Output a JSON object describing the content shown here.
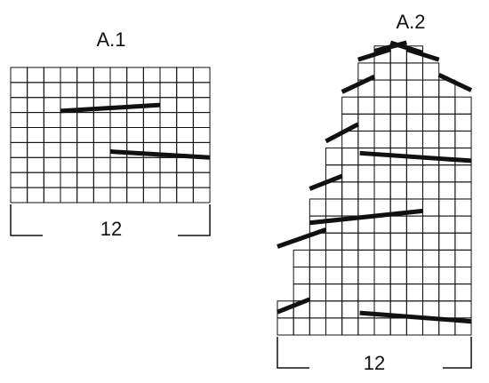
{
  "colors": {
    "ink": "#111111",
    "background": "#ffffff"
  },
  "charts": [
    {
      "title": "A.1",
      "repeat_label": "12",
      "columns": 12,
      "rows": 9,
      "row_spans": [
        [
          1,
          12
        ],
        [
          1,
          12
        ],
        [
          1,
          12
        ],
        [
          1,
          12
        ],
        [
          1,
          12
        ],
        [
          1,
          12
        ],
        [
          1,
          12
        ],
        [
          1,
          12
        ],
        [
          1,
          12
        ]
      ],
      "marks": [
        {
          "from": [
            4,
            6.1
          ],
          "to": [
            9,
            6.5
          ]
        },
        {
          "from": [
            7,
            3.4
          ],
          "to": [
            12,
            3.0
          ]
        }
      ]
    },
    {
      "title": "A.2",
      "repeat_label": "12",
      "columns": 12,
      "rows": 17,
      "row_spans": [
        [
          1,
          12
        ],
        [
          1,
          12
        ],
        [
          2,
          12
        ],
        [
          2,
          12
        ],
        [
          2,
          12
        ],
        [
          3,
          12
        ],
        [
          3,
          12
        ],
        [
          3,
          12
        ],
        [
          4,
          12
        ],
        [
          4,
          12
        ],
        [
          4,
          12
        ],
        [
          5,
          12
        ],
        [
          5,
          12
        ],
        [
          5,
          12
        ],
        [
          6,
          11
        ],
        [
          6,
          10
        ],
        [
          7,
          9
        ]
      ],
      "marks": [
        {
          "from": [
            1,
            1.35
          ],
          "to": [
            2,
            2.1
          ]
        },
        {
          "from": [
            6.1,
            1.3
          ],
          "to": [
            12,
            0.8
          ]
        },
        {
          "from": [
            1,
            5.2
          ],
          "to": [
            3,
            6.2
          ]
        },
        {
          "from": [
            3,
            6.6
          ],
          "to": [
            9,
            7.3
          ]
        },
        {
          "from": [
            3,
            8.6
          ],
          "to": [
            4,
            9.35
          ]
        },
        {
          "from": [
            4,
            11.4
          ],
          "to": [
            5,
            12.4
          ]
        },
        {
          "from": [
            6.1,
            10.7
          ],
          "to": [
            12,
            10.25
          ]
        },
        {
          "from": [
            5,
            14.3
          ],
          "to": [
            6,
            15.2
          ]
        },
        {
          "from": [
            11,
            15.3
          ],
          "to": [
            12,
            14.4
          ]
        },
        {
          "from": [
            6,
            16.2
          ],
          "to": [
            7,
            16.8
          ]
        },
        {
          "from": [
            9,
            16.8
          ],
          "to": [
            10,
            16.2
          ]
        },
        {
          "from": [
            7,
            16.7
          ],
          "to": [
            8,
            17.2
          ]
        },
        {
          "from": [
            8,
            17.2
          ],
          "to": [
            9,
            16.6
          ]
        }
      ]
    }
  ]
}
